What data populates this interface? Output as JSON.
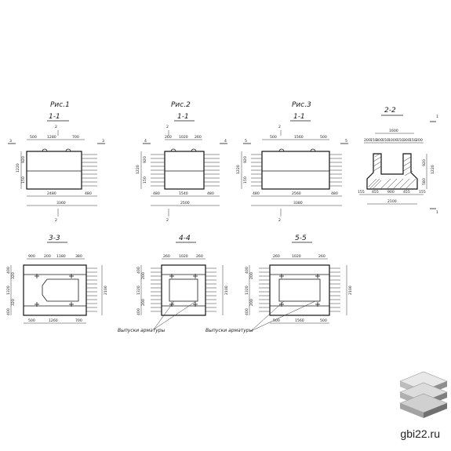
{
  "figures": [
    {
      "label": "Рис.1",
      "section": "1-1",
      "cut_top": "2",
      "cut_side": "3",
      "cut_bottom": "2",
      "top_dims": [
        "500",
        "1280",
        "700"
      ],
      "bottom_dims": [
        "2480",
        "480"
      ],
      "overall": "3360",
      "side_dims": [
        "1220",
        "920",
        "150"
      ]
    },
    {
      "label": "Рис.2",
      "section": "1-1",
      "cut_top": "2",
      "cut_side": "4",
      "cut_bottom": "2",
      "top_dims": [
        "260",
        "1020",
        "260"
      ],
      "bottom_dims": [
        "480",
        "1540",
        "480"
      ],
      "overall": "2500",
      "side_dims": [
        "1220",
        "920",
        "150"
      ]
    },
    {
      "label": "Рис.3",
      "section": "1-1",
      "cut_top": "2",
      "cut_side": "5",
      "cut_bottom": "2",
      "top_dims": [
        "500",
        "1560",
        "500"
      ],
      "bottom_dims": [
        "480",
        "2560",
        "480"
      ],
      "overall": "3380",
      "side_dims": [
        "1220",
        "920",
        "150"
      ]
    }
  ],
  "section_22": {
    "label": "2-2",
    "cut": "1",
    "top_dim": "1600",
    "top_parts": [
      "200",
      "150",
      "300",
      "150",
      "1000",
      "150",
      "300",
      "150",
      "200"
    ],
    "bottom_parts": [
      "155",
      "455",
      "900",
      "455",
      "155"
    ],
    "overall": "2100",
    "right_dims": [
      "920",
      "580",
      "1220"
    ]
  },
  "plans": [
    {
      "label": "3-3",
      "top_dims": [
        "900",
        "200",
        "1180",
        "380"
      ],
      "left_dims": [
        "400",
        "320",
        "1320",
        "320",
        "400"
      ],
      "bottom_dims": [
        "500",
        "1260",
        "700"
      ],
      "right_dim": "2100"
    },
    {
      "label": "4-4",
      "top_dims": [
        "260",
        "1020",
        "260"
      ],
      "left_dims": [
        "400",
        "200",
        "1320",
        "200",
        "400"
      ],
      "bottom_dims": [],
      "right_dim": "2100"
    },
    {
      "label": "5-5",
      "top_dims": [
        "260",
        "1020",
        "260"
      ],
      "left_dims": [
        "400",
        "200",
        "1320",
        "200",
        "400"
      ],
      "bottom_dims": [
        "500",
        "1560",
        "500"
      ],
      "right_dim": "2100"
    }
  ],
  "notes": {
    "rebar_outlets": "Выпуски арматуры"
  },
  "watermark": "gbi22.ru"
}
